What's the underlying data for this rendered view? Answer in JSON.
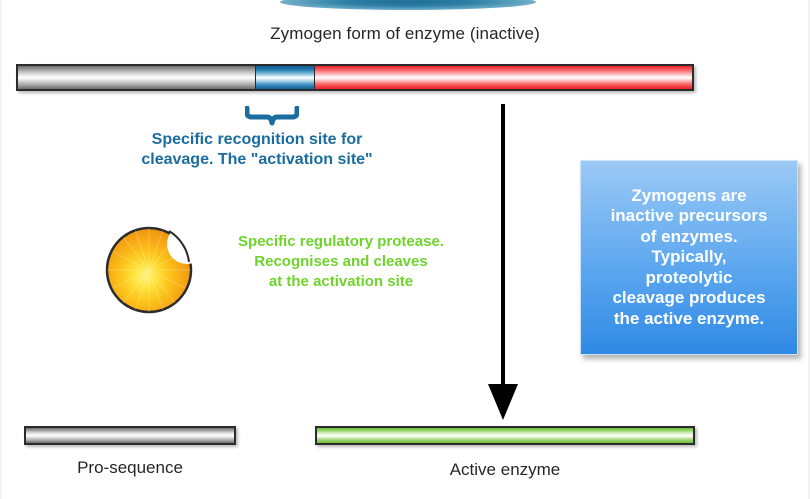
{
  "slide": {
    "title": "Zymogen form of enzyme (inactive)",
    "decoration": "top-lens-divider"
  },
  "zymogen_bar": {
    "segments": [
      {
        "name": "pro-sequence-segment",
        "color": "#9a9a9a",
        "label": ""
      },
      {
        "name": "activation-site-segment",
        "color": "#2179ae",
        "label": ""
      },
      {
        "name": "enzyme-segment",
        "color": "#e8252a",
        "label": ""
      }
    ]
  },
  "activation_note": {
    "line1": "Specific recognition site for",
    "line2": "cleavage. The \"activation site\"",
    "color": "#1a6d9e",
    "brace": "down-brace-icon"
  },
  "protease": {
    "icon": "protease-sun-icon",
    "color": "#f7a21b",
    "line1": "Specific regulatory protease.",
    "line2": "Recognises and cleaves",
    "line3": "at the activation site",
    "text_color": "#6ed42b"
  },
  "arrow": {
    "icon": "down-arrow-icon",
    "color": "#000000"
  },
  "info_box": {
    "line1": "Zymogens are",
    "line2": "inactive precursors",
    "line3": "of enzymes.",
    "line4": "Typically,",
    "line5": "proteolytic",
    "line6": "cleavage produces",
    "line7": "the active enzyme.",
    "background_top": "#9cc9f6",
    "background_bottom": "#2f8ae4",
    "text_color": "#ffffff"
  },
  "products": {
    "pro_sequence_label": "Pro-sequence",
    "pro_sequence_color": "#9a9a9a",
    "active_enzyme_label": "Active enzyme",
    "active_enzyme_color": "#6fbd3c"
  }
}
